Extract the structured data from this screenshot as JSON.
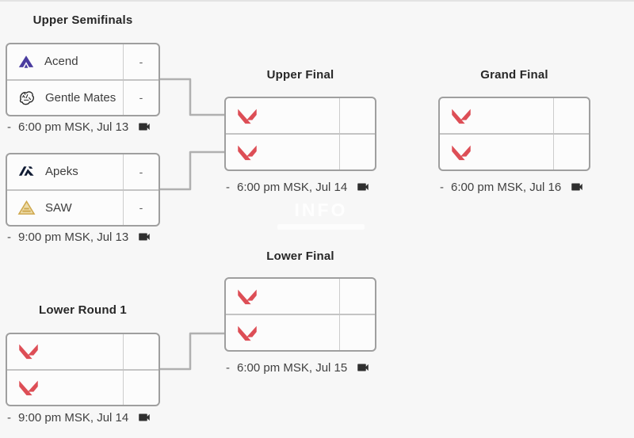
{
  "page": {
    "background": "#f7f7f7",
    "watermark": "INFO"
  },
  "colors": {
    "valorant_red": "#dd4e56",
    "acend_purple": "#4a3c9f",
    "apeks_navy": "#101b33",
    "saw_gold": "#cfa84e",
    "box_border": "#9f9f9f",
    "connector": "#b0b0b0"
  },
  "rounds": {
    "upper_semifinals": "Upper Semifinals",
    "upper_final": "Upper Final",
    "grand_final": "Grand Final",
    "lower_final": "Lower Final",
    "lower_round_1": "Lower Round 1"
  },
  "matches": {
    "us1": {
      "teams": [
        {
          "name": "Acend",
          "score": "-",
          "logo": "acend"
        },
        {
          "name": "Gentle Mates",
          "score": "-",
          "logo": "gentle-mates"
        }
      ],
      "time_prefix": "-",
      "time": "6:00 pm MSK, Jul 13"
    },
    "us2": {
      "teams": [
        {
          "name": "Apeks",
          "score": "-",
          "logo": "apeks"
        },
        {
          "name": "SAW",
          "score": "-",
          "logo": "saw"
        }
      ],
      "time_prefix": "-",
      "time": "9:00 pm MSK, Jul 13"
    },
    "uf": {
      "teams": [
        {
          "name": "",
          "score": "",
          "logo": "valorant"
        },
        {
          "name": "",
          "score": "",
          "logo": "valorant"
        }
      ],
      "time_prefix": "-",
      "time": "6:00 pm MSK, Jul 14"
    },
    "gf": {
      "teams": [
        {
          "name": "",
          "score": "",
          "logo": "valorant"
        },
        {
          "name": "",
          "score": "",
          "logo": "valorant"
        }
      ],
      "time_prefix": "-",
      "time": "6:00 pm MSK, Jul 16"
    },
    "lf": {
      "teams": [
        {
          "name": "",
          "score": "",
          "logo": "valorant"
        },
        {
          "name": "",
          "score": "",
          "logo": "valorant"
        }
      ],
      "time_prefix": "-",
      "time": "6:00 pm MSK, Jul 15"
    },
    "lr1": {
      "teams": [
        {
          "name": "",
          "score": "",
          "logo": "valorant"
        },
        {
          "name": "",
          "score": "",
          "logo": "valorant"
        }
      ],
      "time_prefix": "-",
      "time": "9:00 pm MSK, Jul 14"
    }
  }
}
